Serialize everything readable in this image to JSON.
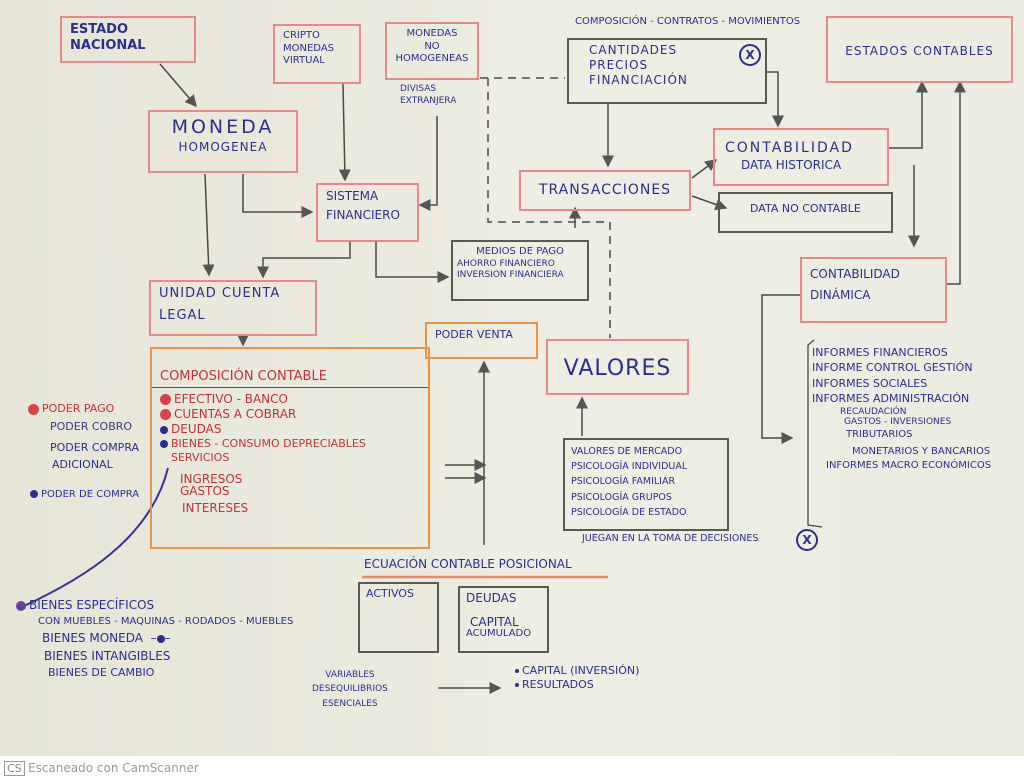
{
  "nodes": {
    "estado_nacional": [
      "ESTADO",
      "NACIONAL"
    ],
    "cripto": [
      "CRIPTO",
      "MONEDAS",
      "VIRTUAL"
    ],
    "monedas_no_homogeneas": [
      "MONEDAS",
      "NO",
      "HOMOGENEAS"
    ],
    "divisas": [
      "DIVISAS",
      "EXTRANJERA"
    ],
    "moneda_homogenea": [
      "MONEDA",
      "HOMOGENEA"
    ],
    "sistema_financiero": [
      "SISTEMA",
      "FINANCIERO"
    ],
    "unidad_cuenta_legal": [
      "UNIDAD CUENTA",
      "LEGAL"
    ],
    "medios_pago": [
      "MEDIOS DE PAGO",
      "AHORRO FINANCIERO",
      "INVERSION FINANCIERA"
    ],
    "poder_venta": "PODER VENTA",
    "composicion_contable": {
      "title": "COMPOSICIÓN CONTABLE",
      "items": [
        "EFECTIVO - BANCO",
        "CUENTAS A COBRAR",
        "DEUDAS",
        "BIENES - CONSUMO DEPRECIABLES",
        "SERVICIOS",
        "INGRESOS",
        "GASTOS",
        "INTERESES"
      ]
    },
    "left_labels": [
      "PODER PAGO",
      "PODER COBRO",
      "PODER COMPRA",
      "ADICIONAL",
      "PODER DE COMPRA"
    ],
    "top_caption": "COMPOSICIÓN - CONTRATOS - MOVIMIENTOS",
    "cantidades": [
      "CANTIDADES",
      "PRECIOS",
      "FINANCIACIÓN"
    ],
    "estados_contables": "ESTADOS CONTABLES",
    "transacciones": "TRANSACCIONES",
    "contabilidad_historica": [
      "CONTABILIDAD",
      "DATA HISTORICA"
    ],
    "data_no_contable": "DATA NO CONTABLE",
    "contabilidad_dinamica": [
      "CONTABILIDAD",
      "DINÁMICA"
    ],
    "valores": "VALORES",
    "valores_list": [
      "VALORES DE MERCADO",
      "PSICOLOGÍA INDIVIDUAL",
      "PSICOLOGÍA FAMILIAR",
      "PSICOLOGÍA GRUPOS",
      "PSICOLOGÍA DE ESTADO"
    ],
    "juegan": "JUEGAN EN LA TOMA DE DECISIONES",
    "informes": [
      "INFORMES FINANCIEROS",
      "INFORME CONTROL GESTIÓN",
      "INFORMES SOCIALES",
      "INFORMES ADMINISTRACIÓN",
      "RECAUDACIÓN",
      "GASTOS - INVERSIONES",
      "TRIBUTARIOS",
      "MONETARIOS Y BANCARIOS",
      "INFORMES MACRO ECONÓMICOS"
    ],
    "ecuacion": "ECUACIÓN CONTABLE POSICIONAL",
    "activos": "ACTIVOS",
    "deudas_capital": [
      "DEUDAS",
      "CAPITAL",
      "ACUMULADO"
    ],
    "bienes": [
      "BIENES ESPECÍFICOS",
      "CON MUEBLES - MAQUINAS - RODADOS - MUEBLES",
      "BIENES MONEDA",
      "BIENES INTANGIBLES",
      "BIENES DE CAMBIO"
    ],
    "variables": [
      "VARIABLES",
      "DESEQUILIBRIOS",
      "ESENCIALES"
    ],
    "resultados": [
      "CAPITAL (INVERSIÓN)",
      "RESULTADOS"
    ],
    "x_mark": "X"
  },
  "footer": {
    "logo": "CS",
    "text": "Escaneado con CamScanner"
  }
}
